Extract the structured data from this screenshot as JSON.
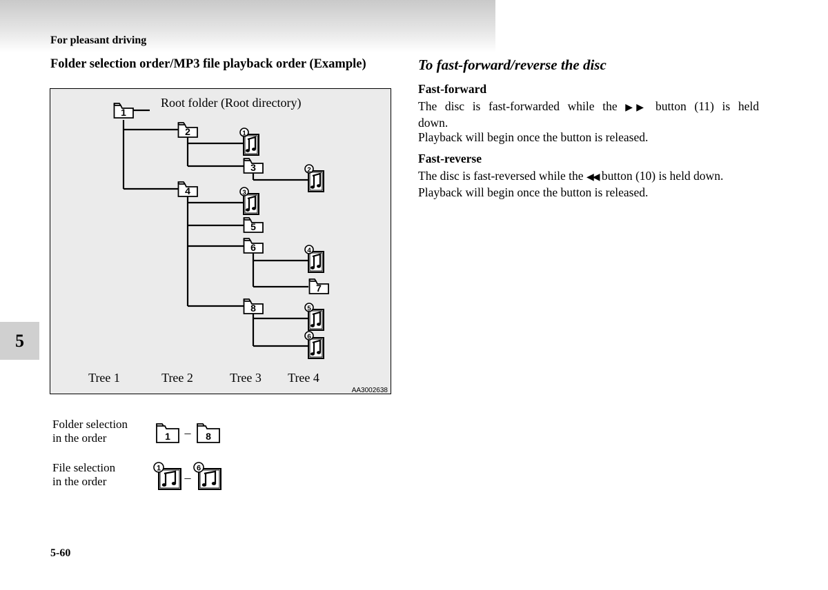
{
  "header": {
    "section": "For pleasant driving"
  },
  "left": {
    "heading": "Folder selection order/MP3 file playback order (Example)",
    "diagram": {
      "root_label": "Root folder (Root directory)",
      "folders": [
        "1",
        "2",
        "3",
        "4",
        "5",
        "6",
        "7",
        "8"
      ],
      "files": [
        "1",
        "2",
        "3",
        "4",
        "5",
        "6"
      ],
      "trees": [
        "Tree 1",
        "Tree 2",
        "Tree 3",
        "Tree 4"
      ],
      "code": "AA3002638"
    },
    "legend": {
      "folder_line1": "Folder selection",
      "folder_line2": "in the order",
      "folder_from": "1",
      "folder_to": "8",
      "file_line1": "File selection",
      "file_line2": "in the order",
      "file_from": "1",
      "file_to": "6",
      "dash": "–"
    }
  },
  "right": {
    "title": "To fast-forward/reverse the disc",
    "ff_heading": "Fast-forward",
    "ff_line1_a": "The disc is fast-forwarded while the",
    "ff_line1_b": "button (11) is held",
    "ff_line2": "down.",
    "ff_line3": "Playback will begin once the button is released.",
    "fr_heading": "Fast-reverse",
    "fr_line1_a": "The disc is fast-reversed while the",
    "fr_line1_b": "button (10) is held down.",
    "fr_line2": "Playback will begin once the button is released.",
    "ff_glyph": "▶▶",
    "fr_glyph": "◀◀"
  },
  "chapter": "5",
  "page_number": "5-60"
}
